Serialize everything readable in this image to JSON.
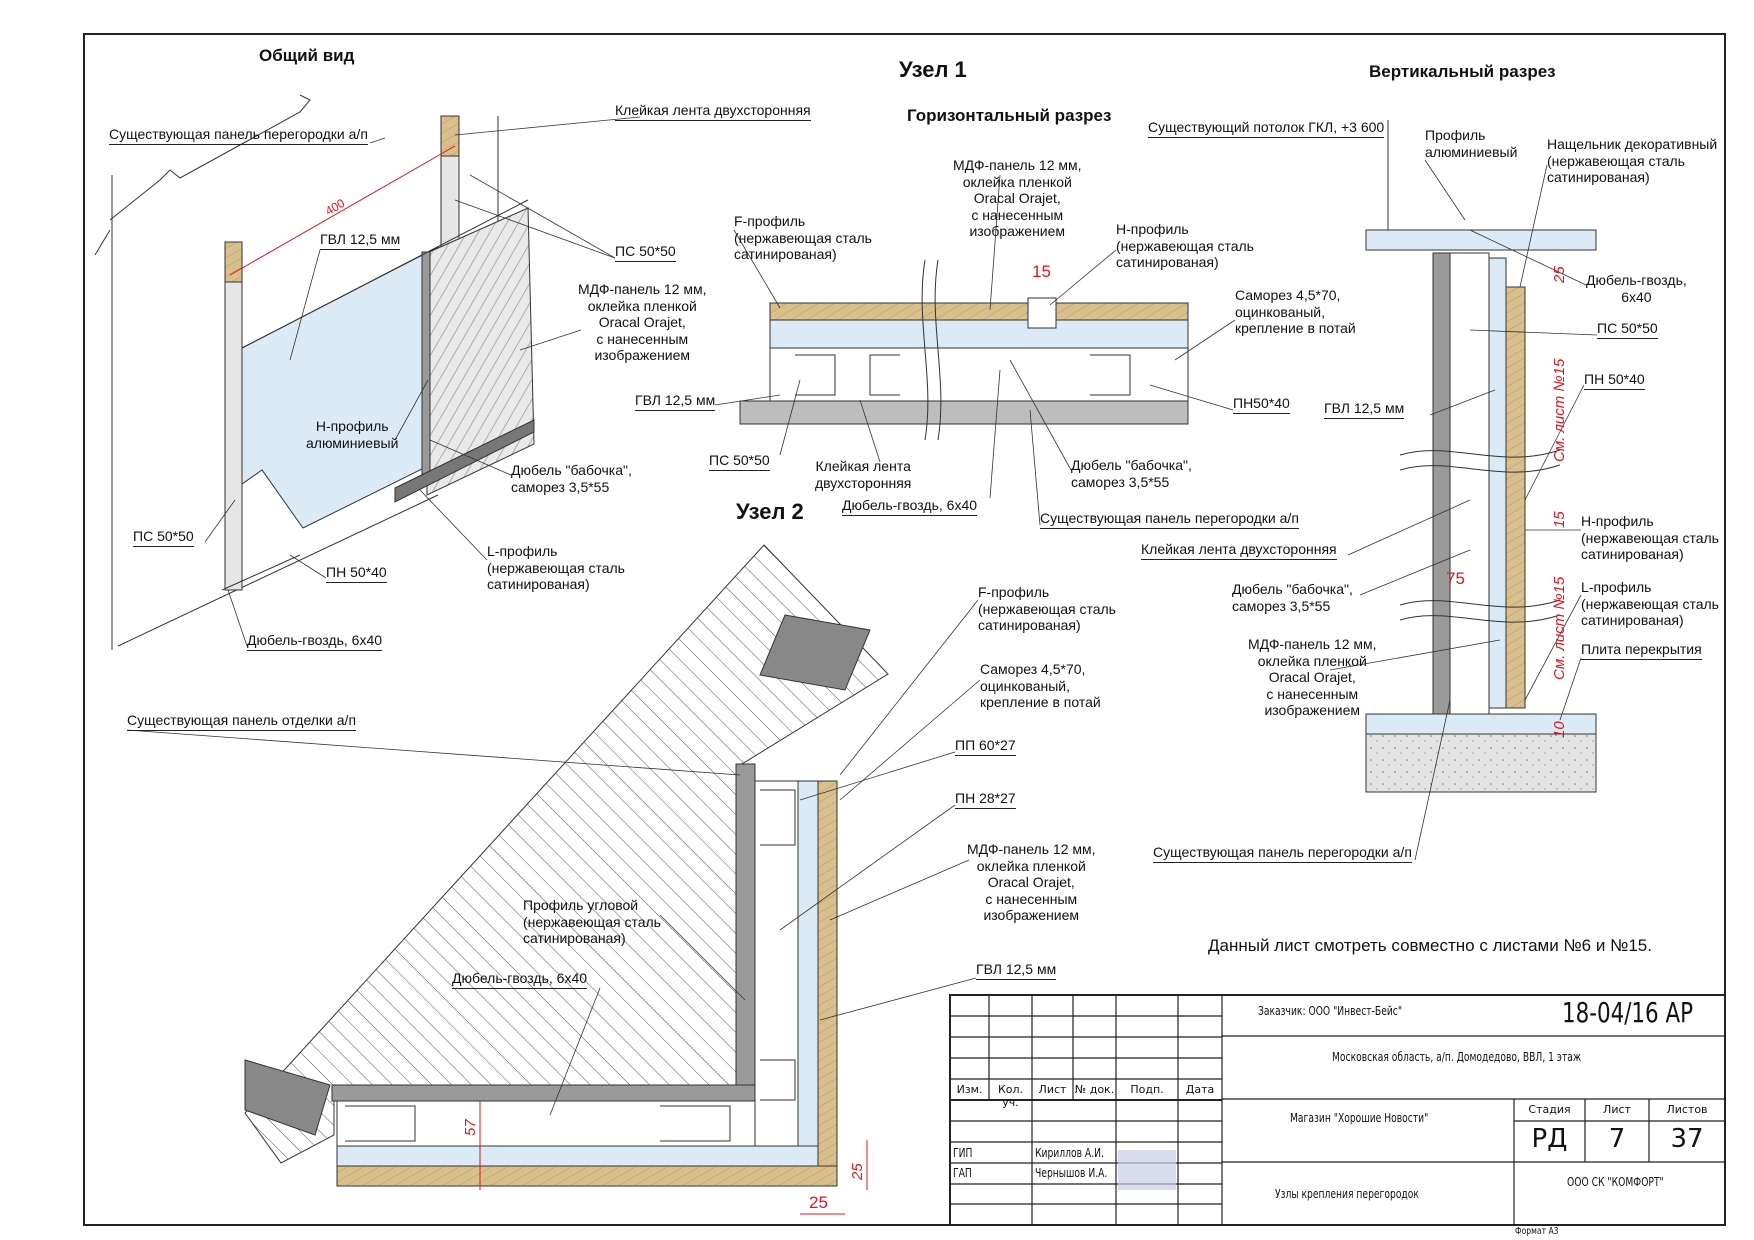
{
  "general_view": {
    "title": "Общий вид",
    "labels": {
      "existing_panel": "Существующая панель перегородки а/п",
      "tape": "Клейкая лента двухсторонняя",
      "gvl": "ГВЛ 12,5 мм",
      "ps_right": "ПС 50*50",
      "mdf": "МДФ-панель 12 мм,\nоклейка пленкой\nOracal Orajet,\nс нанесенным\nизображением",
      "h_profile": "Н-профиль\nалюминиевый",
      "butterfly": "Дюбель \"бабочка\",\nсаморез 3,5*55",
      "ps_left": "ПС 50*50",
      "l_profile": "L-профиль\n(нержавеющая сталь\nсатинированая)",
      "pn": "ПН 50*40",
      "dowel": "Дюбель-гвоздь, 6х40"
    },
    "dimension": "400"
  },
  "node1": {
    "title": "Узел 1",
    "subtitle": "Горизонтальный разрез",
    "labels": {
      "mdf": "МДФ-панель 12 мм,\nоклейка пленкой\nOracal Orajet,\nс нанесенным\nизображением",
      "f_profile": "F-профиль\n(нержавеющая сталь\nсатинированая)",
      "h_profile": "Н-профиль\n(нержавеющая сталь\nсатинированая)",
      "screw": "Саморез 4,5*70,\nоцинкованый,\nкрепление в потай",
      "gvl": "ГВЛ 12,5 мм",
      "pn": "ПН50*40",
      "ps": "ПС 50*50",
      "tape": "Клейкая лента\nдвухсторонняя",
      "butterfly": "Дюбель \"бабочка\",\nсаморез 3,5*55",
      "dowel": "Дюбель-гвоздь, 6х40",
      "existing_panel": "Существующая панель перегородки а/п"
    },
    "dimension": "15"
  },
  "node2": {
    "title": "Узел 2",
    "labels": {
      "f_profile": "F-профиль\n(нержавеющая сталь\nсатинированая)",
      "screw": "Саморез 4,5*70,\nоцинкованый,\nкрепление в потай",
      "existing_finish": "Существующая панель отделки а/п",
      "pp": "ПП 60*27",
      "pn": "ПН 28*27",
      "mdf": "МДФ-панель 12 мм,\nоклейка пленкой\nOracal Orajet,\nс нанесенным\nизображением",
      "corner": "Профиль угловой\n(нержавеющая сталь\nсатинированая)",
      "gvl": "ГВЛ 12,5 мм",
      "dowel": "Дюбель-гвоздь, 6х40"
    },
    "dimensions": {
      "d57": "57",
      "d25_v": "25",
      "d25_h": "25"
    }
  },
  "vertical_section": {
    "title": "Вертикальный разрез",
    "labels": {
      "ceiling": "Существующий потолок ГКЛ, +3 600",
      "al_profile": "Профиль\nалюминиевый",
      "trim": "Нащельник декоративный\n(нержавеющая сталь\nсатинированая)",
      "dowel": "Дюбель-гвоздь,\n6х40",
      "ps": "ПС 50*50",
      "pn": "ПН 50*40",
      "gvl": "ГВЛ 12,5 мм",
      "h_profile": "Н-профиль\n(нержавеющая сталь\nсатинированая)",
      "tape": "Клейкая лента двухсторонняя",
      "butterfly": "Дюбель \"бабочка\",\nсаморез 3,5*55",
      "l_profile": "L-профиль\n(нержавеющая сталь\nсатинированая)",
      "mdf": "МДФ-панель 12 мм,\nоклейка пленкой\nOracal Orajet,\nс нанесенным\nизображением",
      "slab": "Плита перекрытия",
      "existing_panel": "Существующая панель перегородки а/п"
    },
    "dimensions": {
      "d25": "25",
      "d15": "15",
      "d75": "75",
      "d10": "10"
    },
    "refs": {
      "ref_top": "См. лист №15",
      "ref_bottom": "См. лист №15"
    }
  },
  "note": "Данный лист смотреть совместно с листами №6 и №15.",
  "title_block": {
    "customer": "Заказчик: ООО \"Инвест-Бейс\"",
    "code": "18-04/16 АР",
    "address": "Московская область, а/п. Домодедово, ВВЛ, 1 этаж",
    "object": "Магазин \"Хорошие Новости\"",
    "sheet_title": "Узлы крепления перегородок",
    "company": "ООО СК \"КОМФОРТ\"",
    "headers": [
      "Изм.",
      "Кол. уч.",
      "Лист",
      "№ док.",
      "Подп.",
      "Дата"
    ],
    "stage_label": "Стадия",
    "sheet_label": "Лист",
    "sheets_label": "Листов",
    "stage": "РД",
    "sheet": "7",
    "sheets": "37",
    "roles": [
      {
        "role": "ГИП",
        "name": "Кириллов А.И."
      },
      {
        "role": "ГАП",
        "name": "Чернышов И.А."
      }
    ],
    "format": "Формат А3"
  },
  "colors": {
    "dimension": "#e0141c",
    "wood": "#d9bf8c",
    "gvl": "#dbeaf5",
    "steel": "#8c8c8c"
  }
}
